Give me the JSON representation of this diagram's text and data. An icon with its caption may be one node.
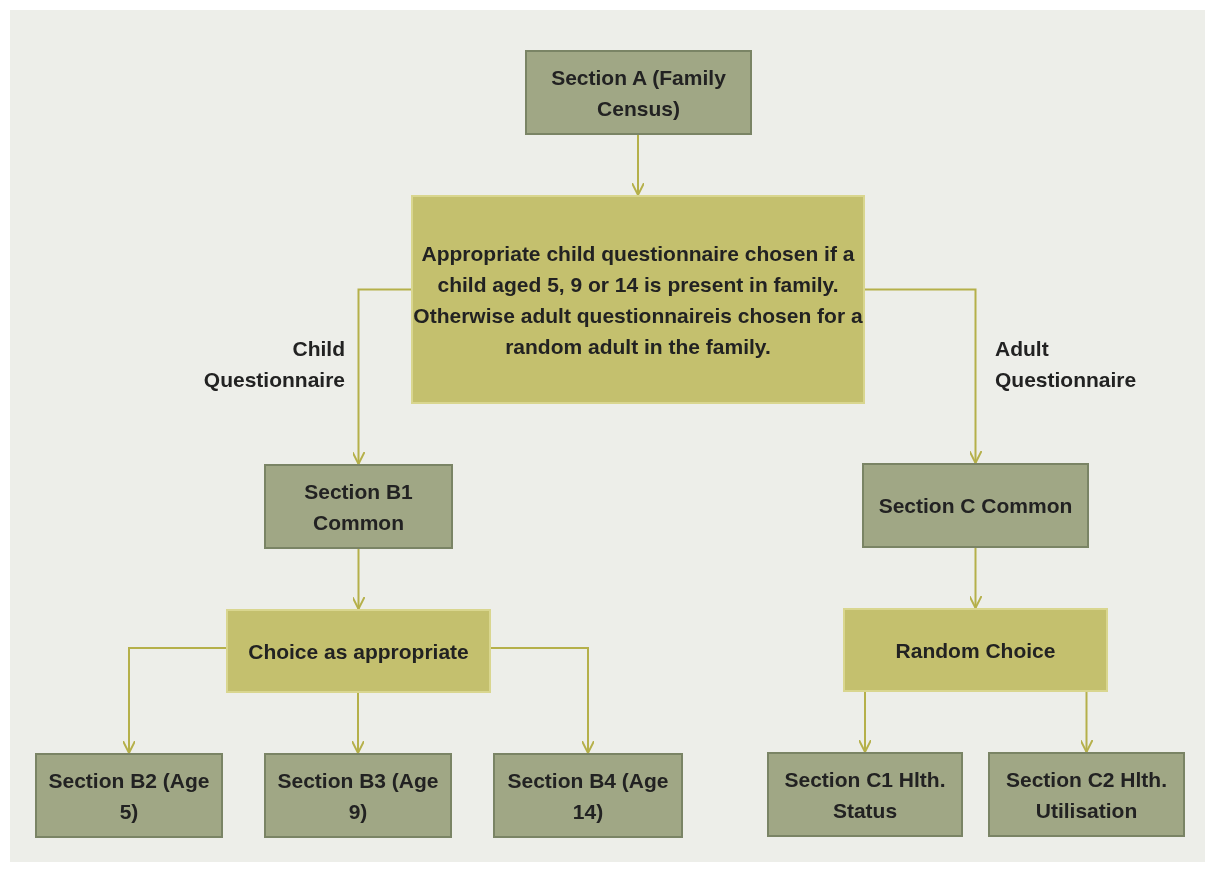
{
  "diagram": {
    "nodes": [
      {
        "text": [
          "Section A (Family Census)"
        ]
      },
      {
        "text": [
          "Appropriate child questionnaire chosen if a child aged 5, 9 or 14 is present in family.",
          "Otherwise adult questionnaireis chosen for a random adult in the family."
        ]
      },
      {
        "text": [
          "Section B1 Common"
        ]
      },
      {
        "text": [
          "Section C Common"
        ]
      },
      {
        "text": [
          "Choice as appropriate"
        ]
      },
      {
        "text": [
          "Random Choice"
        ]
      },
      {
        "text": [
          "Section B2 (Age 5)"
        ]
      },
      {
        "text": [
          "Section B3 (Age 9)"
        ]
      },
      {
        "text": [
          "Section B4 (Age 14)"
        ]
      },
      {
        "text": [
          "Section C1 Hlth. Status"
        ]
      },
      {
        "text": [
          "Section C2 Hlth. Utilisation"
        ]
      }
    ],
    "edges": [
      {
        "from": 0,
        "to": 1,
        "arrow": "to"
      },
      {
        "from": 1,
        "to": 2,
        "arrow": "to",
        "label": "Child Questionnaire"
      },
      {
        "from": 1,
        "to": 3,
        "arrow": "to",
        "label": "Adult Questionnaire"
      },
      {
        "from": 2,
        "to": 4,
        "arrow": "to"
      },
      {
        "from": 3,
        "to": 5,
        "arrow": "to"
      },
      {
        "from": 4,
        "to": 6,
        "arrow": "to"
      },
      {
        "from": 4,
        "to": 7,
        "arrow": "to"
      },
      {
        "from": 4,
        "to": 8,
        "arrow": "to"
      },
      {
        "from": 5,
        "to": 9,
        "arrow": "to"
      },
      {
        "from": 5,
        "to": 10,
        "arrow": "to"
      }
    ]
  }
}
